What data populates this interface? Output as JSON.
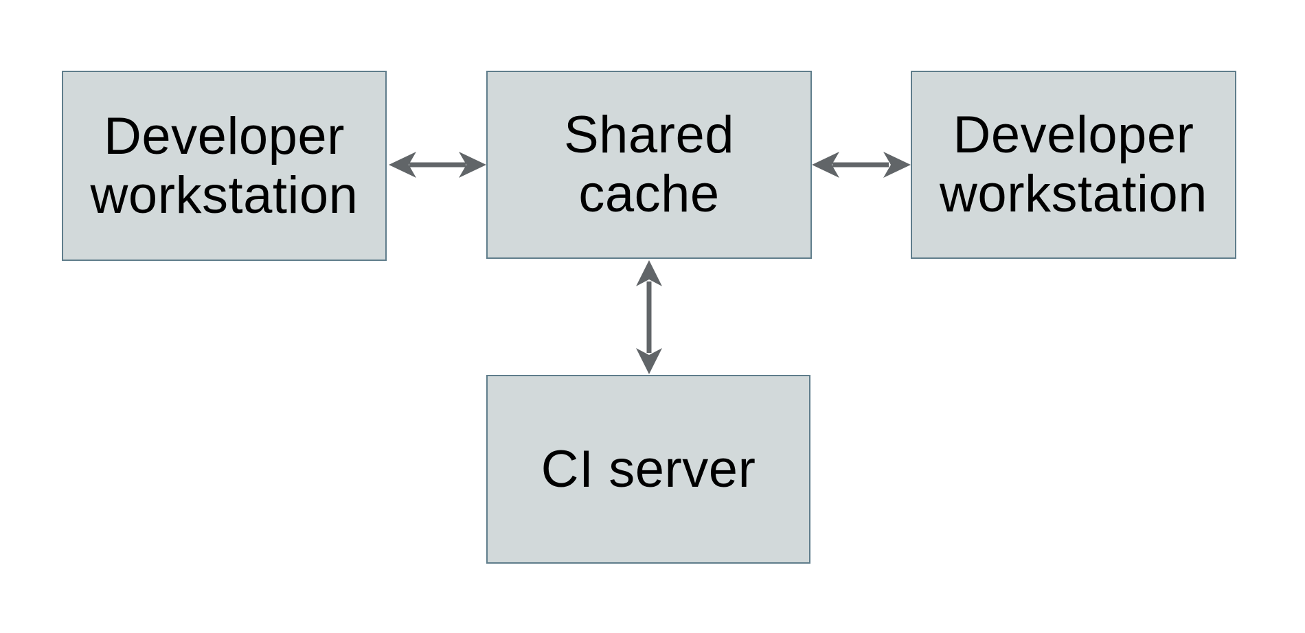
{
  "diagram": {
    "type": "architecture-diagram",
    "background_color": "#ffffff",
    "node_fill_color": "#d2d9da",
    "node_border_color": "#5f7d8b",
    "arrow_color": "#616568",
    "text_color": "#000000",
    "nodes": [
      {
        "id": "developer-workstation-left",
        "label": "Developer\nworkstation",
        "position": "top-left"
      },
      {
        "id": "shared-cache",
        "label": "Shared\ncache",
        "position": "top-center"
      },
      {
        "id": "developer-workstation-right",
        "label": "Developer\nworkstation",
        "position": "top-right"
      },
      {
        "id": "ci-server",
        "label": "CI server",
        "position": "bottom-center"
      }
    ],
    "edges": [
      {
        "from": "developer-workstation-left",
        "to": "shared-cache",
        "direction": "bidirectional",
        "orientation": "horizontal"
      },
      {
        "from": "shared-cache",
        "to": "developer-workstation-right",
        "direction": "bidirectional",
        "orientation": "horizontal"
      },
      {
        "from": "shared-cache",
        "to": "ci-server",
        "direction": "bidirectional",
        "orientation": "vertical"
      }
    ]
  }
}
